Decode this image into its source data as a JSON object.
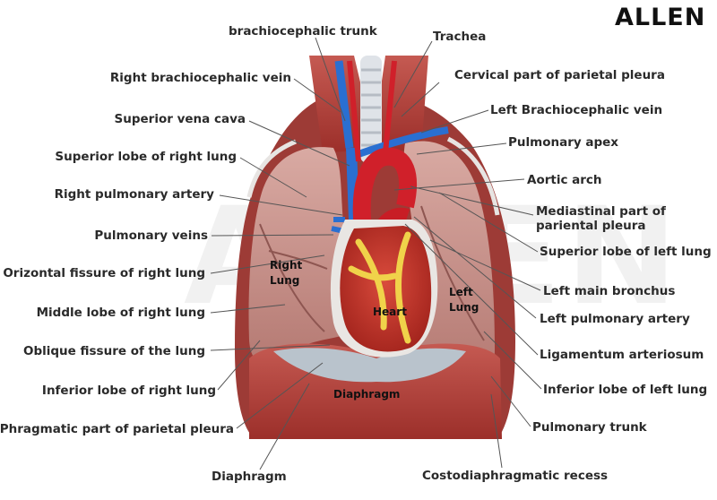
{
  "brand": {
    "logo": "ALLEN",
    "watermark": "ALLEN"
  },
  "diagram": {
    "inner_labels": {
      "right_lung": "Right\nLung",
      "left_lung": "Left\nLung",
      "heart": "Heart",
      "diaphragm": "Diaphragm"
    },
    "labels_top": {
      "brachiocephalic_trunk": "brachiocephalic trunk",
      "trachea": "Trachea"
    },
    "labels_left": [
      "Right brachiocephalic vein",
      "Superior vena cava",
      "Superior lobe of right lung",
      "Right pulmonary artery",
      "Pulmonary veins",
      "Orizontal fissure of right lung",
      "Middle lobe of right lung",
      "Oblique fissure of the lung",
      "Inferior lobe of right lung",
      "Phragmatic part of parietal pleura"
    ],
    "labels_right": [
      "Cervical part of parietal pleura",
      "Left Brachiocephalic vein",
      "Pulmonary apex",
      "Aortic arch",
      "Mediastinal part of\npariental pleura",
      "Superior lobe of left lung",
      "Left main bronchus",
      "Left pulmonary artery",
      "Ligamentum arteriosum",
      "Inferior lobe of left lung",
      "Pulmonary trunk"
    ],
    "labels_bottom": {
      "diaphragm": "Diaphragm",
      "costodiaphragmatic_recess": "Costodiaphragmatic recess"
    }
  },
  "colors": {
    "lung": "#c98f88",
    "lung_dark": "#9c5f5a",
    "muscle": "#b8453f",
    "artery": "#d0202a",
    "vein": "#2a6fd1",
    "heart_fat": "#f0d24a",
    "pleura": "#e7e4e2",
    "diaphragm_tendon": "#b9c3cc",
    "leader_line": "#555555"
  }
}
